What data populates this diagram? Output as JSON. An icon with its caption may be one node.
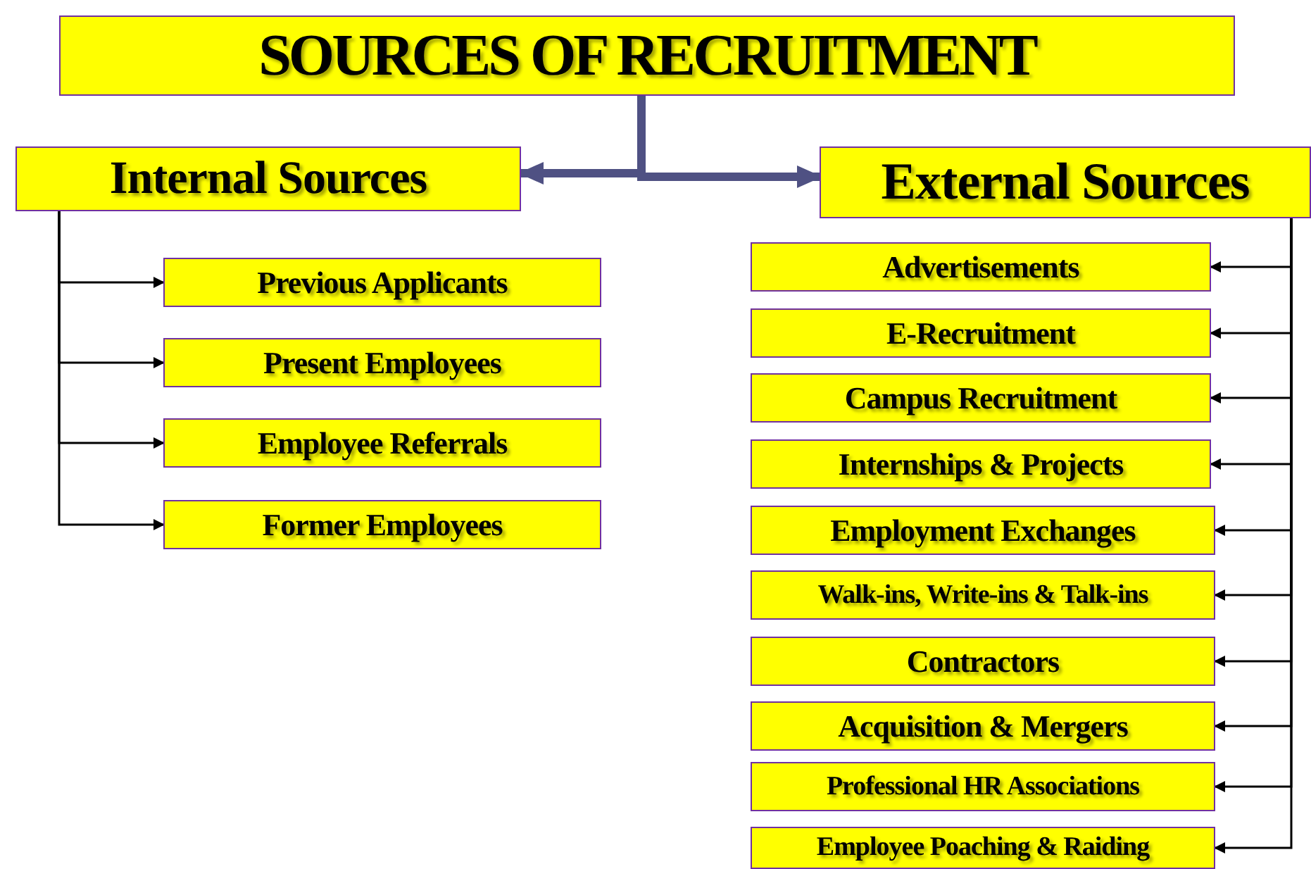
{
  "diagram": {
    "title": "SOURCES OF RECRUITMENT",
    "nodes": [
      {
        "text": [
          "Internal Sources"
        ]
      },
      {
        "text": [
          "External Sources"
        ]
      },
      {
        "text": [
          "Previous Applicants"
        ]
      },
      {
        "text": [
          "Present Employees"
        ]
      },
      {
        "text": [
          "Employee Referrals"
        ]
      },
      {
        "text": [
          "Former Employees"
        ]
      },
      {
        "text": [
          "Advertisements"
        ]
      },
      {
        "text": [
          "E-Recruitment"
        ]
      },
      {
        "text": [
          "Campus Recruitment"
        ]
      },
      {
        "text": [
          "Internships & Projects"
        ]
      },
      {
        "text": [
          "Employment Exchanges"
        ]
      },
      {
        "text": [
          "Walk-ins, Write-ins & Talk-ins"
        ]
      },
      {
        "text": [
          "Contractors"
        ]
      },
      {
        "text": [
          "Acquisition & Mergers"
        ]
      },
      {
        "text": [
          "Professional HR Associations"
        ]
      },
      {
        "text": [
          "Employee Poaching & Raiding"
        ]
      }
    ],
    "edges": [
      {
        "from": null,
        "to": 0,
        "arrow": "to",
        "style": "thick",
        "color": "#4f5183"
      },
      {
        "from": null,
        "to": 1,
        "arrow": "to",
        "style": "thick",
        "color": "#4f5183"
      },
      {
        "from": 0,
        "to": 2,
        "arrow": "to"
      },
      {
        "from": 0,
        "to": 3,
        "arrow": "to"
      },
      {
        "from": 0,
        "to": 4,
        "arrow": "to"
      },
      {
        "from": 0,
        "to": 5,
        "arrow": "to"
      },
      {
        "from": 1,
        "to": 6,
        "arrow": "to"
      },
      {
        "from": 1,
        "to": 7,
        "arrow": "to"
      },
      {
        "from": 1,
        "to": 8,
        "arrow": "to"
      },
      {
        "from": 1,
        "to": 9,
        "arrow": "to"
      },
      {
        "from": 1,
        "to": 10,
        "arrow": "to"
      },
      {
        "from": 1,
        "to": 11,
        "arrow": "to"
      },
      {
        "from": 1,
        "to": 12,
        "arrow": "to"
      },
      {
        "from": 1,
        "to": 13,
        "arrow": "to"
      },
      {
        "from": 1,
        "to": 14,
        "arrow": "to"
      },
      {
        "from": 1,
        "to": 15,
        "arrow": "to"
      }
    ]
  }
}
